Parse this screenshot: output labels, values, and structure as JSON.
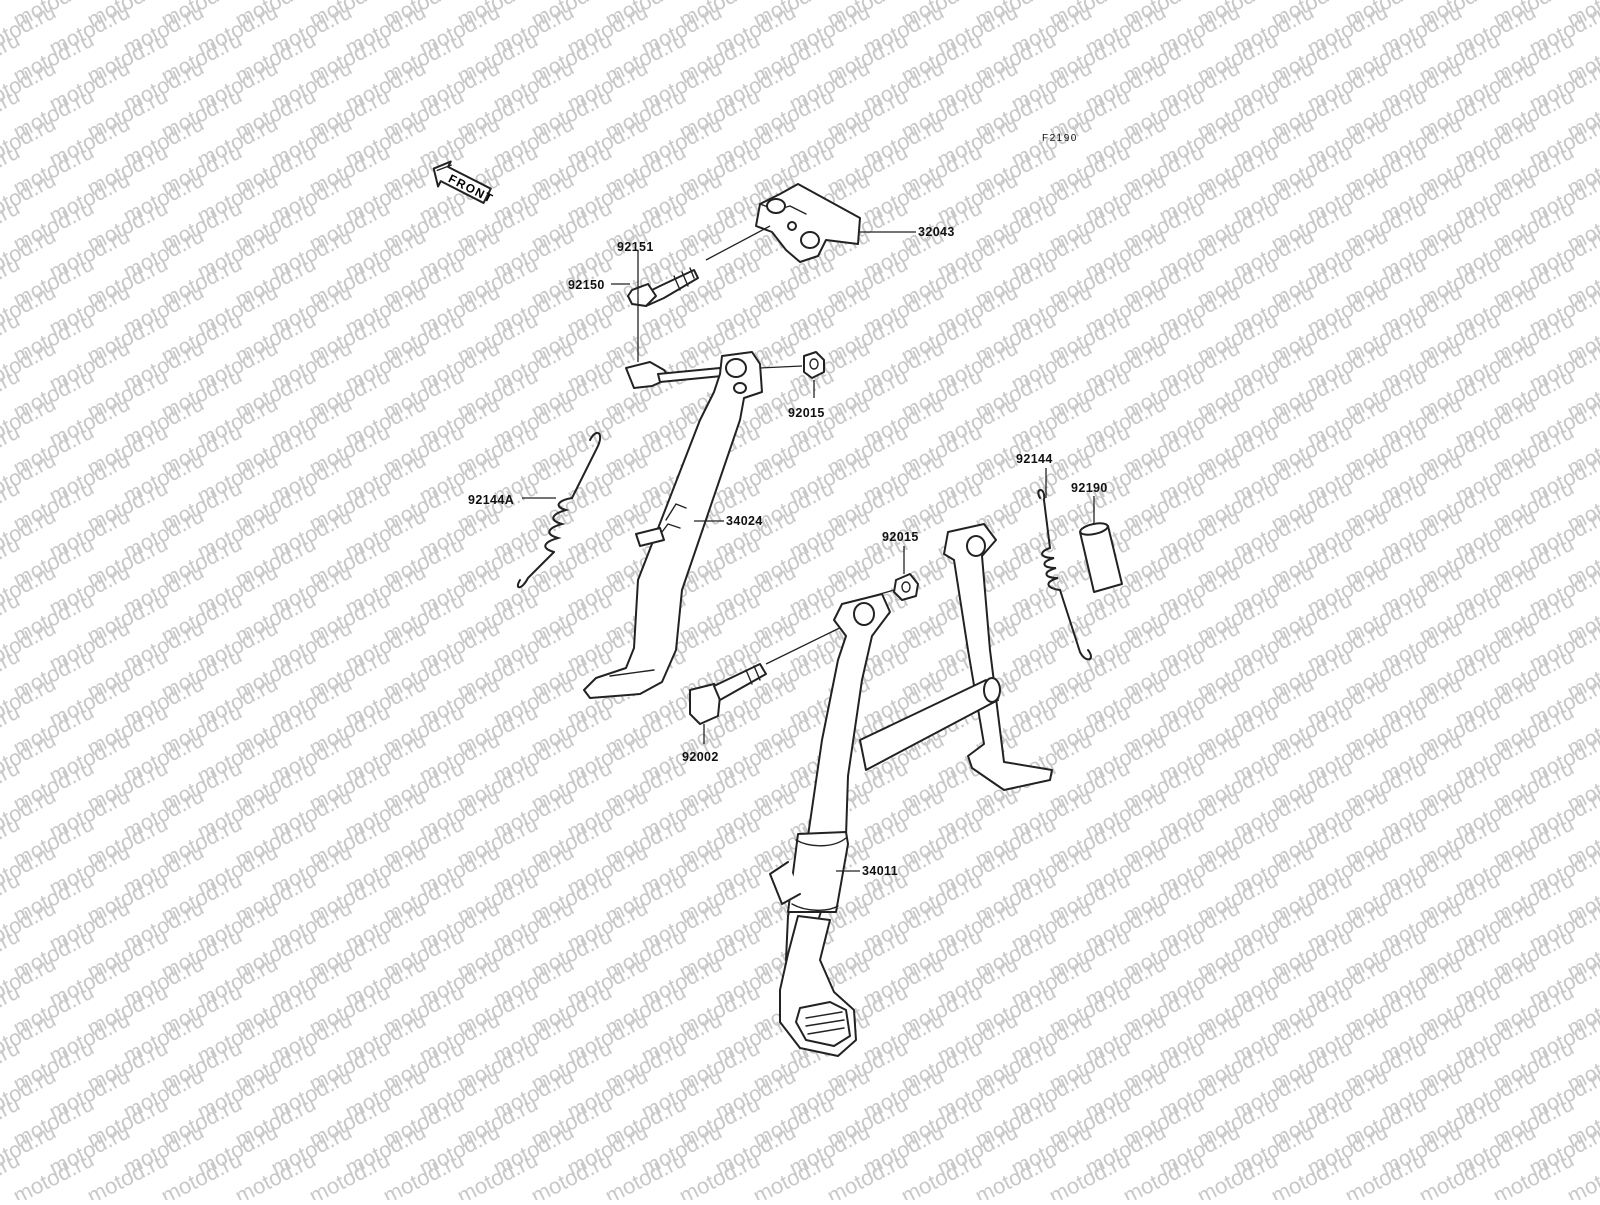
{
  "watermark": "motod.ru",
  "figure_code": "F2190",
  "front_arrow_label": "FRONT",
  "parts": {
    "p32043": "32043",
    "p92150": "92150",
    "p92151": "92151",
    "p92015a": "92015",
    "p92144A": "92144A",
    "p34024": "34024",
    "p92015b": "92015",
    "p92144": "92144",
    "p92190": "92190",
    "p92002": "92002",
    "p34011": "34011"
  }
}
